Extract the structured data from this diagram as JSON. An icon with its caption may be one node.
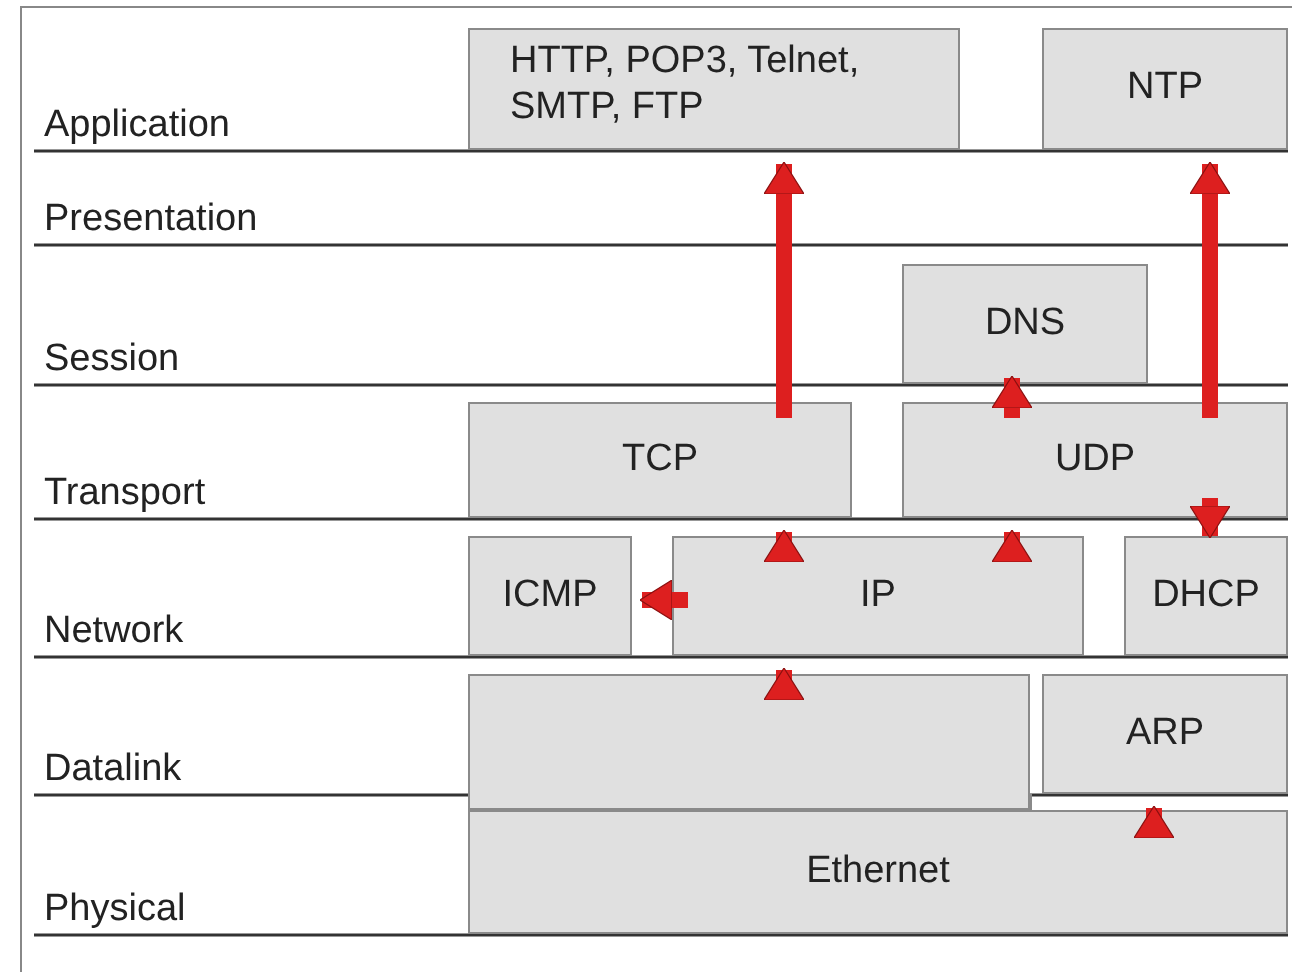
{
  "diagram": {
    "nodes": [
      {
        "text": [
          "HTTP, POP3, Telnet, SMTP, FTP"
        ]
      },
      {
        "text": [
          "NTP"
        ]
      },
      {
        "text": [
          "DNS"
        ]
      },
      {
        "text": [
          "TCP"
        ]
      },
      {
        "text": [
          "UDP"
        ]
      },
      {
        "text": [
          "ICMP"
        ]
      },
      {
        "text": [
          "IP"
        ]
      },
      {
        "text": [
          "DHCP"
        ]
      },
      {
        "text": [],
        "shape": "box"
      },
      {
        "text": [
          "ARP"
        ]
      },
      {
        "text": [
          "Ethernet"
        ]
      }
    ],
    "edges": [
      {
        "from": 3,
        "to": 0,
        "arrow": "to"
      },
      {
        "from": 4,
        "to": 2,
        "arrow": "to"
      },
      {
        "from": 4,
        "to": 1,
        "arrow": "to"
      },
      {
        "from": 6,
        "to": 3,
        "arrow": "to"
      },
      {
        "from": 6,
        "to": 4,
        "arrow": "to"
      },
      {
        "from": 4,
        "to": 7,
        "arrow": "to"
      },
      {
        "from": 6,
        "to": 5,
        "arrow": "to"
      },
      {
        "from": 8,
        "to": 6,
        "arrow": "to"
      },
      {
        "from": 10,
        "to": 9,
        "arrow": "to"
      }
    ],
    "labels": [
      "Application",
      "Presentation",
      "Session",
      "Transport",
      "Network",
      "Datalink",
      "Physical"
    ]
  }
}
